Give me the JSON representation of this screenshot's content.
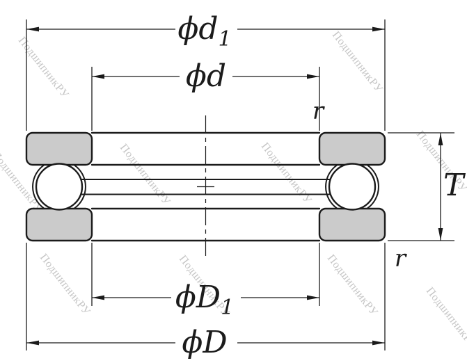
{
  "watermark": {
    "text": "ПодшипникРУ",
    "color": "#c6c6c6"
  },
  "drawing": {
    "stroke_color": "#1b1b1b",
    "washer_fill": "#cbcbcb"
  },
  "labels": {
    "phi_d1_main": "ϕd",
    "phi_d1_sub": "1",
    "phi_d": "ϕd",
    "r_top": "r",
    "thickness": "T",
    "r_bottom": "r",
    "phi_D1_main": "ϕD",
    "phi_D1_sub": "1",
    "phi_D": "ϕD"
  }
}
